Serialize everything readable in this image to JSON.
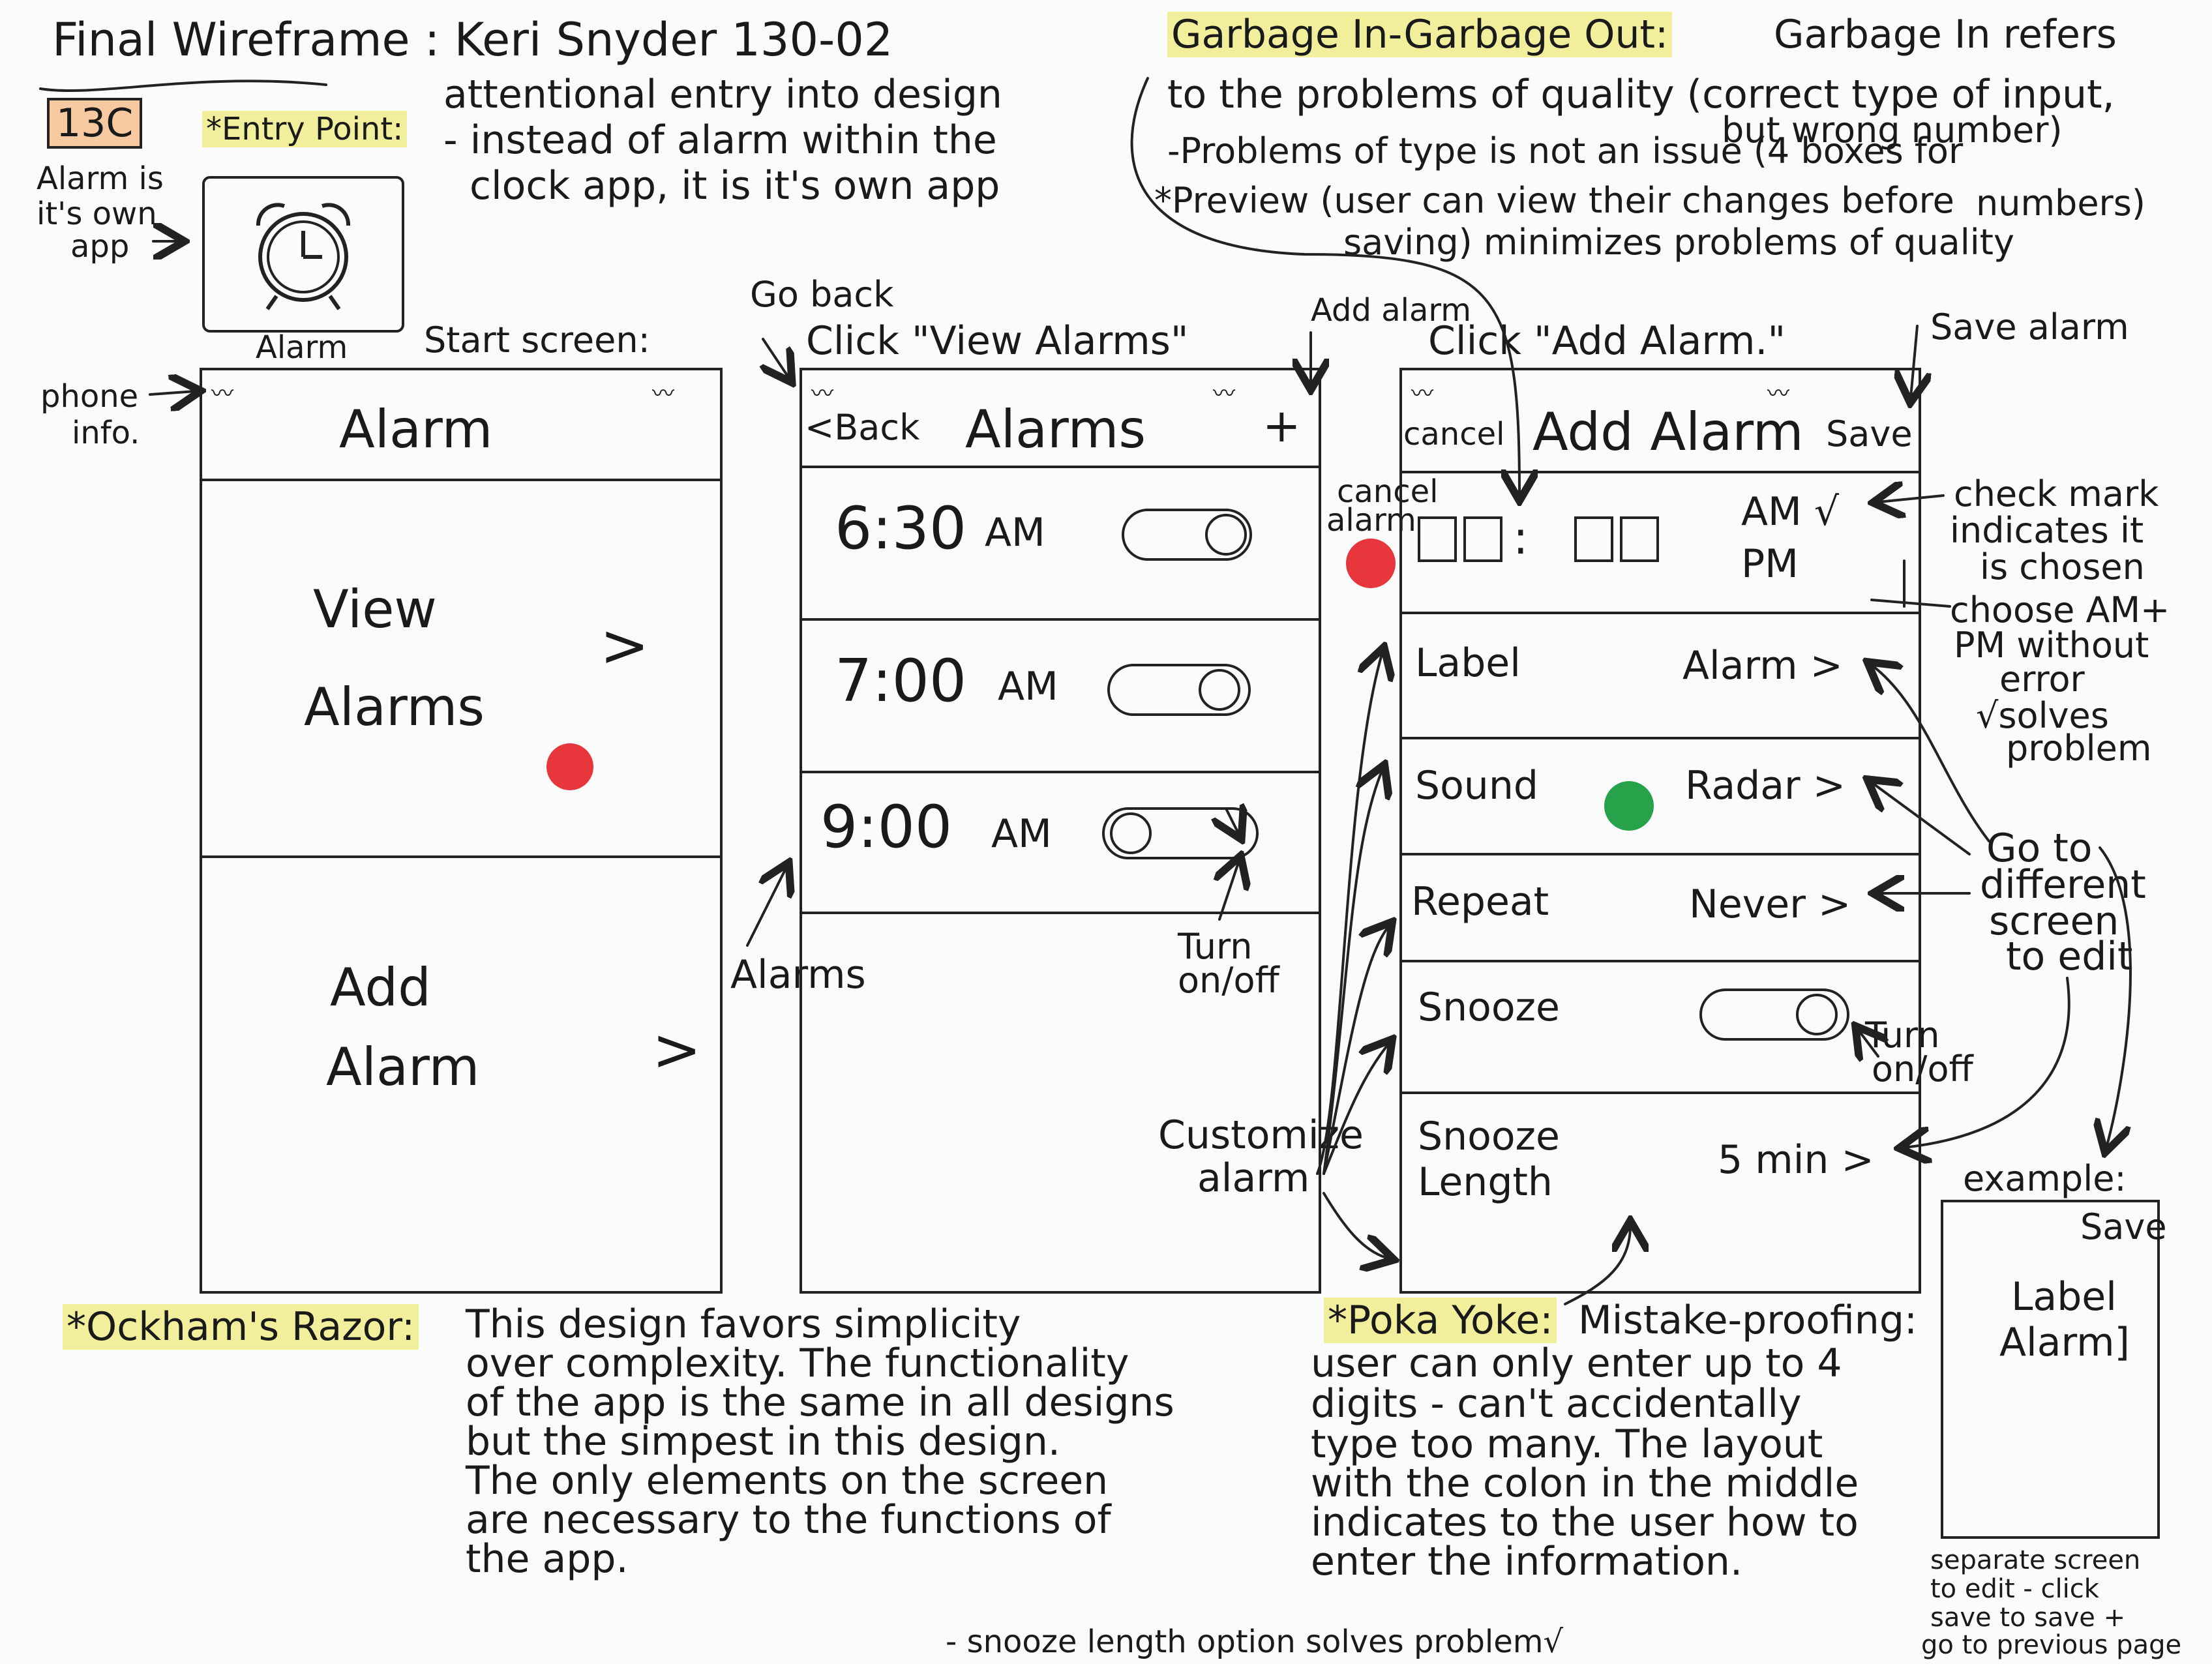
{
  "header": {
    "title": "Final Wireframe : Keri Snyder 130-02",
    "badge": "13C"
  },
  "entry": {
    "note_left": [
      "Alarm is",
      "it's own",
      "app"
    ],
    "app_label": "Alarm",
    "heading": "*Entry Point:",
    "lines": [
      "attentional entry into design",
      "- instead of alarm within the",
      "clock app, it is it's own app"
    ]
  },
  "gigo": {
    "heading": "Garbage In-Garbage Out:",
    "lines": [
      "Garbage In refers",
      "to the problems of quality (correct type of input,",
      "-Problems of type is not an issue (4 boxes for",
      "but wrong number)",
      "*Preview (user can view their changes before",
      "numbers)",
      "saving) minimizes problems of quality"
    ]
  },
  "labels": {
    "start_screen": "Start screen:",
    "phone_info": [
      "phone",
      "info."
    ],
    "go_back": "Go back",
    "click_view_alarms": "Click \"View Alarms\"",
    "add_alarm_note": "Add alarm",
    "click_add_alarm": "Click \"Add Alarm.\"",
    "save_alarm": "Save alarm",
    "alarms_arrow": "Alarms",
    "cancel_alarm": [
      "cancel",
      "alarm"
    ],
    "turn_onoff_1": [
      "Turn",
      "on/off"
    ],
    "turn_onoff_2": [
      "Turn",
      "on/off"
    ],
    "customize": [
      "Customize",
      "alarm"
    ],
    "check_mark": [
      "check mark",
      "indicates it",
      "is chosen"
    ],
    "choose_ampm": [
      "choose AM+",
      "PM without",
      "error",
      "√solves",
      "problem"
    ],
    "go_different": [
      "Go to",
      "different",
      "screen",
      "to edit"
    ],
    "example": "example:",
    "separate": [
      "separate screen",
      "to edit - click",
      "save to save +",
      "go to previous page"
    ],
    "snooze_solves": "- snooze length option solves problem√"
  },
  "screen1": {
    "title": "Alarm",
    "view": [
      "View",
      "Alarms"
    ],
    "add": [
      "Add",
      "Alarm"
    ],
    "chevron": ">"
  },
  "screen2": {
    "back": "<Back",
    "title": "Alarms",
    "plus": "+",
    "alarms": [
      {
        "time": "6:30",
        "ampm": "AM",
        "on": true
      },
      {
        "time": "7:00",
        "ampm": "AM",
        "on": true
      },
      {
        "time": "9:00",
        "ampm": "AM",
        "on": false
      }
    ]
  },
  "screen3": {
    "cancel": "cancel",
    "title": "Add Alarm",
    "save": "Save",
    "colon": ":",
    "am": "AM √",
    "pm": "PM",
    "rows": [
      {
        "label": "Label",
        "value": "Alarm >"
      },
      {
        "label": "Sound",
        "value": "Radar >"
      },
      {
        "label": "Repeat",
        "value": "Never >"
      },
      {
        "label": "Snooze",
        "value": ""
      },
      {
        "label": "Snooze\nLength",
        "value": "5 min >"
      }
    ],
    "snooze_label": "Snooze",
    "snooze_len": [
      "Snooze",
      "Length"
    ]
  },
  "example_screen": {
    "save": "Save",
    "label": "Label",
    "value": "Alarm]"
  },
  "ockham": {
    "heading": "*Ockham's Razor:",
    "lines": [
      "This design favors simplicity",
      "over complexity. The functionality",
      "of the app is the same in all designs",
      "but the simpest in this design.",
      "The only elements on the screen",
      "are necessary to the functions of",
      "the app."
    ]
  },
  "poka": {
    "heading": "*Poka Yoke:",
    "lines": [
      "Mistake-proofing:",
      "user can only enter up to 4",
      "digits - can't accidentally",
      "type too many. The layout",
      "with the colon in the middle",
      "indicates to the user how to",
      "enter the information."
    ]
  }
}
